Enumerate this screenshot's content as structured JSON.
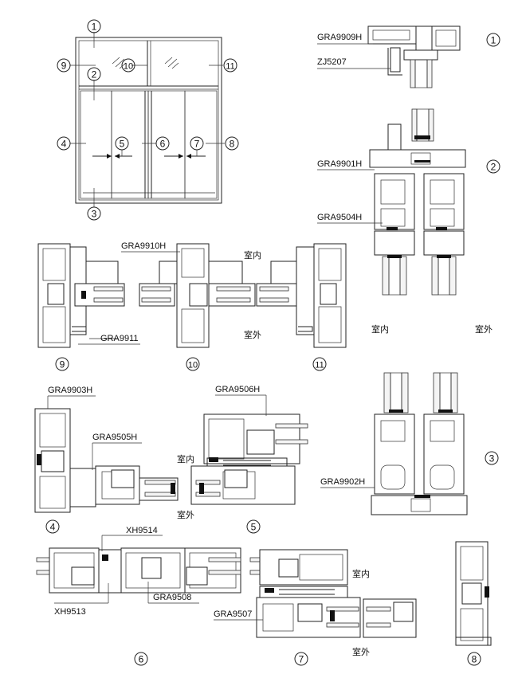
{
  "elevation": {
    "markers": [
      "1",
      "2",
      "3",
      "4",
      "5",
      "6",
      "7",
      "8",
      "9",
      "10",
      "11"
    ]
  },
  "sections": {
    "s1": {
      "number": "1",
      "labels": [
        "GRA9909H",
        "ZJ5207"
      ]
    },
    "s2": {
      "number": "2",
      "labels": [
        "GRA9901H",
        "GRA9504H"
      ],
      "indoor": "室内",
      "outdoor": "室外"
    },
    "s3": {
      "number": "3",
      "labels": [
        "GRA9902H"
      ]
    },
    "s9_11": {
      "numbers": [
        "9",
        "10",
        "11"
      ],
      "labels": [
        "GRA9910H",
        "GRA9911"
      ],
      "indoor": "室内",
      "outdoor": "室外"
    },
    "s4": {
      "number": "4",
      "labels": [
        "GRA9903H",
        "GRA9505H"
      ]
    },
    "s5": {
      "number": "5",
      "labels": [
        "GRA9506H"
      ],
      "indoor": "室内",
      "outdoor": "室外"
    },
    "s6": {
      "number": "6",
      "labels": [
        "XH9514",
        "XH9513",
        "GRA9508"
      ]
    },
    "s7": {
      "number": "7",
      "labels": [
        "GRA9507"
      ],
      "indoor": "室内",
      "outdoor": "室外"
    },
    "s8": {
      "number": "8"
    }
  },
  "colors": {
    "line": "#222222",
    "background": "#ffffff"
  }
}
